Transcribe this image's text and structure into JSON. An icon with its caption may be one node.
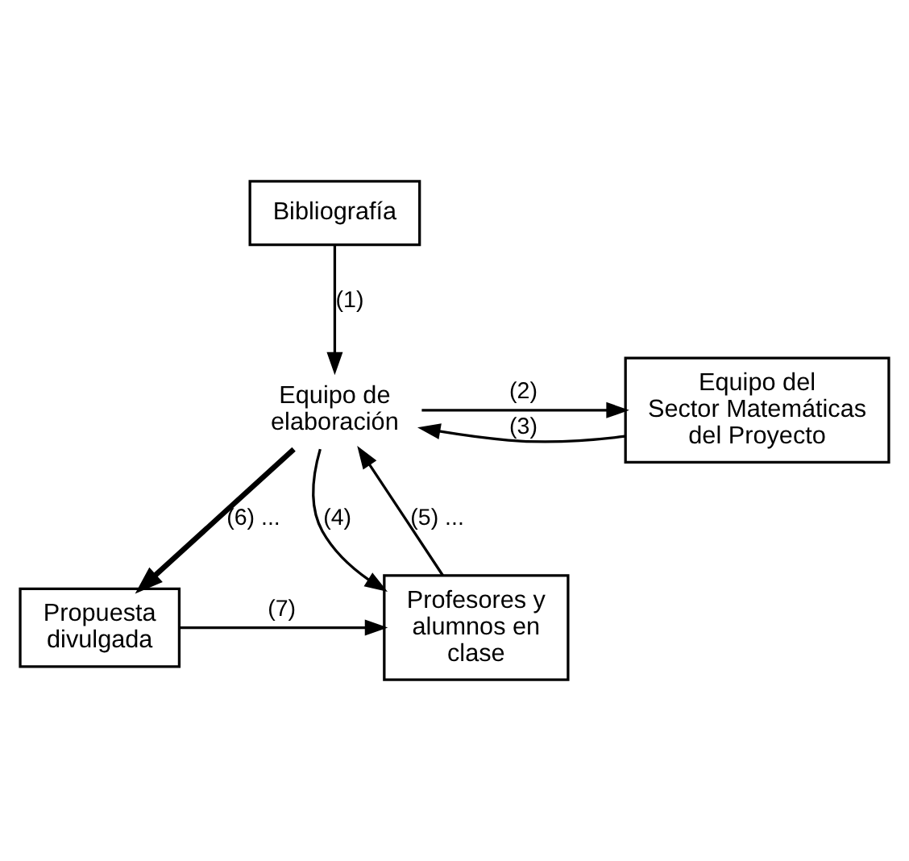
{
  "diagram": {
    "nodes": [
      {
        "text": [
          "Bibliografía"
        ]
      },
      {
        "text": [
          "Equipo de elaboración"
        ]
      },
      {
        "text": [
          "Equipo del Sector Matemáticas del Proyecto"
        ]
      },
      {
        "text": [
          "Profesores y alumnos en clase"
        ]
      },
      {
        "text": [
          "Propuesta divulgada"
        ]
      }
    ],
    "edges": [
      {
        "from": 0,
        "to": 1,
        "arrow": "to",
        "label": "(1)"
      },
      {
        "from": 1,
        "to": 2,
        "arrow": "to",
        "label": "(2)"
      },
      {
        "from": 2,
        "to": 1,
        "arrow": "to",
        "label": "(3)"
      },
      {
        "from": 1,
        "to": 3,
        "arrow": "to",
        "label": "(4)"
      },
      {
        "from": 3,
        "to": 1,
        "arrow": "to",
        "label": "(5) ..."
      },
      {
        "from": 1,
        "to": 4,
        "arrow": "to",
        "label": "(6) ...",
        "style": "thick"
      },
      {
        "from": 4,
        "to": 3,
        "arrow": "to",
        "label": "(7)"
      }
    ]
  }
}
